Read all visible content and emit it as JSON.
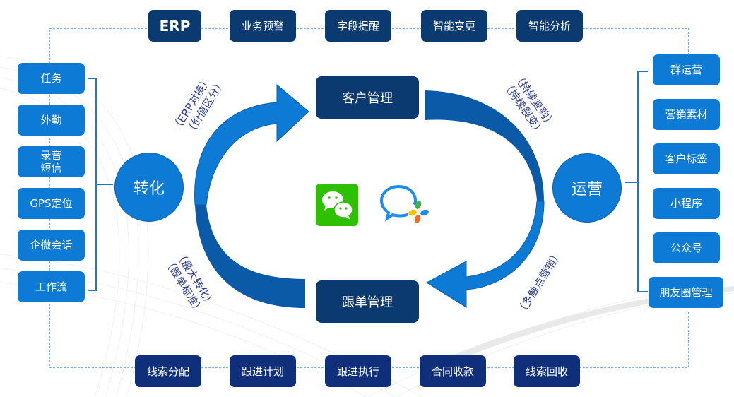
{
  "colors": {
    "dark_box": "#0a3a70",
    "navy_box": "#0f2f7a",
    "light_box": "#0d7ad6",
    "arrow": "#0d7ad6",
    "arrow_dark": "#0a5aa8",
    "label_text": "#2c3b8f",
    "wechat_green": "#2dc100"
  },
  "top_row": [
    "ERP",
    "业务预警",
    "字段提醒",
    "智能变更",
    "智能分析"
  ],
  "bottom_row": [
    "线索分配",
    "跟进计划",
    "跟进执行",
    "合同收款",
    "线索回收"
  ],
  "left_column": [
    "任务",
    "外勤",
    "录音\n短信",
    "GPS定位",
    "企微会话",
    "工作流"
  ],
  "right_column": [
    "群运营",
    "营销素材",
    "客户标签",
    "小程序",
    "公众号",
    "朋友圈管理"
  ],
  "hubs": {
    "left": "转化",
    "right": "运营"
  },
  "center": {
    "top": "客户管理",
    "bottom": "跟单管理",
    "icons": [
      "wechat-icon",
      "wecom-icon"
    ]
  },
  "arc_labels": {
    "top_left": [
      "（ERP对接）",
      "（价值区分）"
    ],
    "top_right": [
      "（持续复购）",
      "（持续裂变）"
    ],
    "bottom_left": [
      "（最大转化）",
      "（跟单标准）"
    ],
    "bottom_right": [
      "（多触点营销）"
    ]
  }
}
